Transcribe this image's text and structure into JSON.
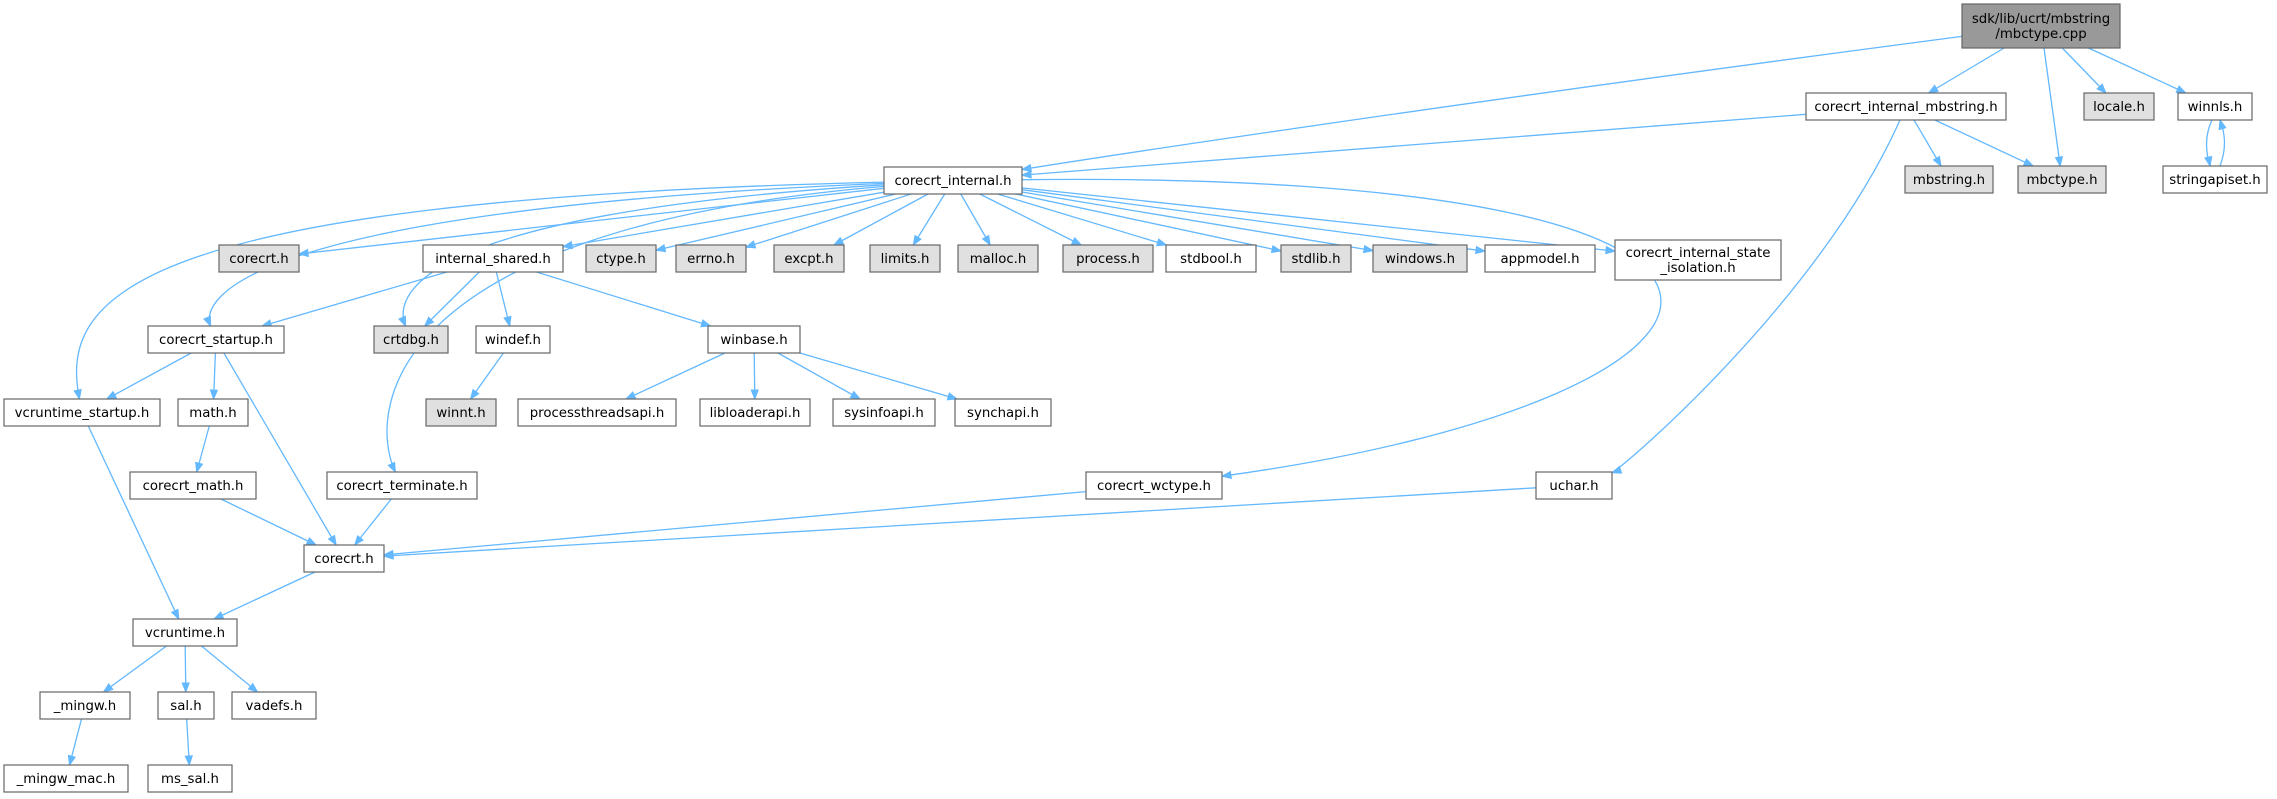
{
  "diagram": {
    "type": "include-dependency-graph",
    "colors": {
      "root_fill": "#999999",
      "node_fill": "#ffffff",
      "external_fill": "#e0e0e0",
      "border": "#666666",
      "edge": "#63b8ff"
    },
    "nodes": [
      {
        "id": "root",
        "lines": [
          "sdk/lib/ucrt/mbstring",
          "/mbctype.cpp"
        ],
        "style": "root"
      },
      {
        "id": "corecrt_internal_mbstring_h",
        "lines": [
          "corecrt_internal_mbstring.h"
        ],
        "style": "normal"
      },
      {
        "id": "locale_h",
        "lines": [
          "locale.h"
        ],
        "style": "external"
      },
      {
        "id": "winnls_h",
        "lines": [
          "winnls.h"
        ],
        "style": "normal"
      },
      {
        "id": "corecrt_internal_h",
        "lines": [
          "corecrt_internal.h"
        ],
        "style": "normal"
      },
      {
        "id": "mbstring_h",
        "lines": [
          "mbstring.h"
        ],
        "style": "external"
      },
      {
        "id": "mbctype_h",
        "lines": [
          "mbctype.h"
        ],
        "style": "external"
      },
      {
        "id": "stringapiset_h",
        "lines": [
          "stringapiset.h"
        ],
        "style": "normal"
      },
      {
        "id": "corecrt_h_ext",
        "lines": [
          "corecrt.h"
        ],
        "style": "external"
      },
      {
        "id": "internal_shared_h",
        "lines": [
          "internal_shared.h"
        ],
        "style": "normal"
      },
      {
        "id": "ctype_h",
        "lines": [
          "ctype.h"
        ],
        "style": "external"
      },
      {
        "id": "errno_h",
        "lines": [
          "errno.h"
        ],
        "style": "external"
      },
      {
        "id": "excpt_h",
        "lines": [
          "excpt.h"
        ],
        "style": "external"
      },
      {
        "id": "limits_h",
        "lines": [
          "limits.h"
        ],
        "style": "external"
      },
      {
        "id": "malloc_h",
        "lines": [
          "malloc.h"
        ],
        "style": "external"
      },
      {
        "id": "process_h",
        "lines": [
          "process.h"
        ],
        "style": "external"
      },
      {
        "id": "stdbool_h",
        "lines": [
          "stdbool.h"
        ],
        "style": "normal"
      },
      {
        "id": "stdlib_h",
        "lines": [
          "stdlib.h"
        ],
        "style": "external"
      },
      {
        "id": "windows_h",
        "lines": [
          "windows.h"
        ],
        "style": "external"
      },
      {
        "id": "appmodel_h",
        "lines": [
          "appmodel.h"
        ],
        "style": "normal"
      },
      {
        "id": "corecrt_internal_state_isolation_h",
        "lines": [
          "corecrt_internal_state",
          "_isolation.h"
        ],
        "style": "normal"
      },
      {
        "id": "corecrt_startup_h",
        "lines": [
          "corecrt_startup.h"
        ],
        "style": "normal"
      },
      {
        "id": "crtdbg_h",
        "lines": [
          "crtdbg.h"
        ],
        "style": "external"
      },
      {
        "id": "windef_h",
        "lines": [
          "windef.h"
        ],
        "style": "normal"
      },
      {
        "id": "winbase_h",
        "lines": [
          "winbase.h"
        ],
        "style": "normal"
      },
      {
        "id": "vcruntime_startup_h",
        "lines": [
          "vcruntime_startup.h"
        ],
        "style": "normal"
      },
      {
        "id": "math_h",
        "lines": [
          "math.h"
        ],
        "style": "normal"
      },
      {
        "id": "winnt_h",
        "lines": [
          "winnt.h"
        ],
        "style": "external"
      },
      {
        "id": "processthreadsapi_h",
        "lines": [
          "processthreadsapi.h"
        ],
        "style": "normal"
      },
      {
        "id": "libloaderapi_h",
        "lines": [
          "libloaderapi.h"
        ],
        "style": "normal"
      },
      {
        "id": "sysinfoapi_h",
        "lines": [
          "sysinfoapi.h"
        ],
        "style": "normal"
      },
      {
        "id": "synchapi_h",
        "lines": [
          "synchapi.h"
        ],
        "style": "normal"
      },
      {
        "id": "corecrt_math_h",
        "lines": [
          "corecrt_math.h"
        ],
        "style": "normal"
      },
      {
        "id": "corecrt_terminate_h",
        "lines": [
          "corecrt_terminate.h"
        ],
        "style": "normal"
      },
      {
        "id": "corecrt_wctype_h",
        "lines": [
          "corecrt_wctype.h"
        ],
        "style": "normal"
      },
      {
        "id": "uchar_h",
        "lines": [
          "uchar.h"
        ],
        "style": "normal"
      },
      {
        "id": "corecrt_h",
        "lines": [
          "corecrt.h"
        ],
        "style": "normal"
      },
      {
        "id": "vcruntime_h",
        "lines": [
          "vcruntime.h"
        ],
        "style": "normal"
      },
      {
        "id": "mingw_h",
        "lines": [
          "_mingw.h"
        ],
        "style": "normal"
      },
      {
        "id": "sal_h",
        "lines": [
          "sal.h"
        ],
        "style": "normal"
      },
      {
        "id": "vadefs_h",
        "lines": [
          "vadefs.h"
        ],
        "style": "normal"
      },
      {
        "id": "mingw_mac_h",
        "lines": [
          "_mingw_mac.h"
        ],
        "style": "normal"
      },
      {
        "id": "ms_sal_h",
        "lines": [
          "ms_sal.h"
        ],
        "style": "normal"
      }
    ],
    "edges": [
      [
        "root",
        "corecrt_internal_h"
      ],
      [
        "root",
        "corecrt_internal_mbstring_h"
      ],
      [
        "root",
        "mbctype_h"
      ],
      [
        "root",
        "locale_h"
      ],
      [
        "root",
        "winnls_h"
      ],
      [
        "corecrt_internal_mbstring_h",
        "corecrt_internal_h"
      ],
      [
        "corecrt_internal_mbstring_h",
        "mbstring_h"
      ],
      [
        "corecrt_internal_mbstring_h",
        "mbctype_h"
      ],
      [
        "corecrt_internal_mbstring_h",
        "uchar_h"
      ],
      [
        "winnls_h",
        "stringapiset_h"
      ],
      [
        "stringapiset_h",
        "winnls_h"
      ],
      [
        "corecrt_internal_h",
        "corecrt_h_ext"
      ],
      [
        "corecrt_internal_h",
        "internal_shared_h"
      ],
      [
        "corecrt_internal_h",
        "ctype_h"
      ],
      [
        "corecrt_internal_h",
        "errno_h"
      ],
      [
        "corecrt_internal_h",
        "excpt_h"
      ],
      [
        "corecrt_internal_h",
        "limits_h"
      ],
      [
        "corecrt_internal_h",
        "malloc_h"
      ],
      [
        "corecrt_internal_h",
        "process_h"
      ],
      [
        "corecrt_internal_h",
        "stdbool_h"
      ],
      [
        "corecrt_internal_h",
        "stdlib_h"
      ],
      [
        "corecrt_internal_h",
        "windows_h"
      ],
      [
        "corecrt_internal_h",
        "appmodel_h"
      ],
      [
        "corecrt_internal_h",
        "corecrt_internal_state_isolation_h"
      ],
      [
        "corecrt_internal_h",
        "corecrt_startup_h"
      ],
      [
        "corecrt_internal_h",
        "crtdbg_h"
      ],
      [
        "corecrt_internal_h",
        "vcruntime_startup_h"
      ],
      [
        "corecrt_internal_h",
        "corecrt_terminate_h"
      ],
      [
        "corecrt_internal_h",
        "corecrt_wctype_h"
      ],
      [
        "internal_shared_h",
        "corecrt_startup_h"
      ],
      [
        "internal_shared_h",
        "crtdbg_h"
      ],
      [
        "internal_shared_h",
        "windef_h"
      ],
      [
        "internal_shared_h",
        "winbase_h"
      ],
      [
        "windef_h",
        "winnt_h"
      ],
      [
        "winbase_h",
        "processthreadsapi_h"
      ],
      [
        "winbase_h",
        "libloaderapi_h"
      ],
      [
        "winbase_h",
        "sysinfoapi_h"
      ],
      [
        "winbase_h",
        "synchapi_h"
      ],
      [
        "corecrt_startup_h",
        "vcruntime_startup_h"
      ],
      [
        "corecrt_startup_h",
        "math_h"
      ],
      [
        "corecrt_startup_h",
        "corecrt_h"
      ],
      [
        "vcruntime_startup_h",
        "vcruntime_h"
      ],
      [
        "math_h",
        "corecrt_math_h"
      ],
      [
        "corecrt_math_h",
        "corecrt_h"
      ],
      [
        "corecrt_terminate_h",
        "corecrt_h"
      ],
      [
        "corecrt_wctype_h",
        "corecrt_h"
      ],
      [
        "uchar_h",
        "corecrt_h"
      ],
      [
        "corecrt_h",
        "vcruntime_h"
      ],
      [
        "vcruntime_h",
        "mingw_h"
      ],
      [
        "vcruntime_h",
        "sal_h"
      ],
      [
        "vcruntime_h",
        "vadefs_h"
      ],
      [
        "mingw_h",
        "mingw_mac_h"
      ],
      [
        "sal_h",
        "ms_sal_h"
      ]
    ]
  }
}
